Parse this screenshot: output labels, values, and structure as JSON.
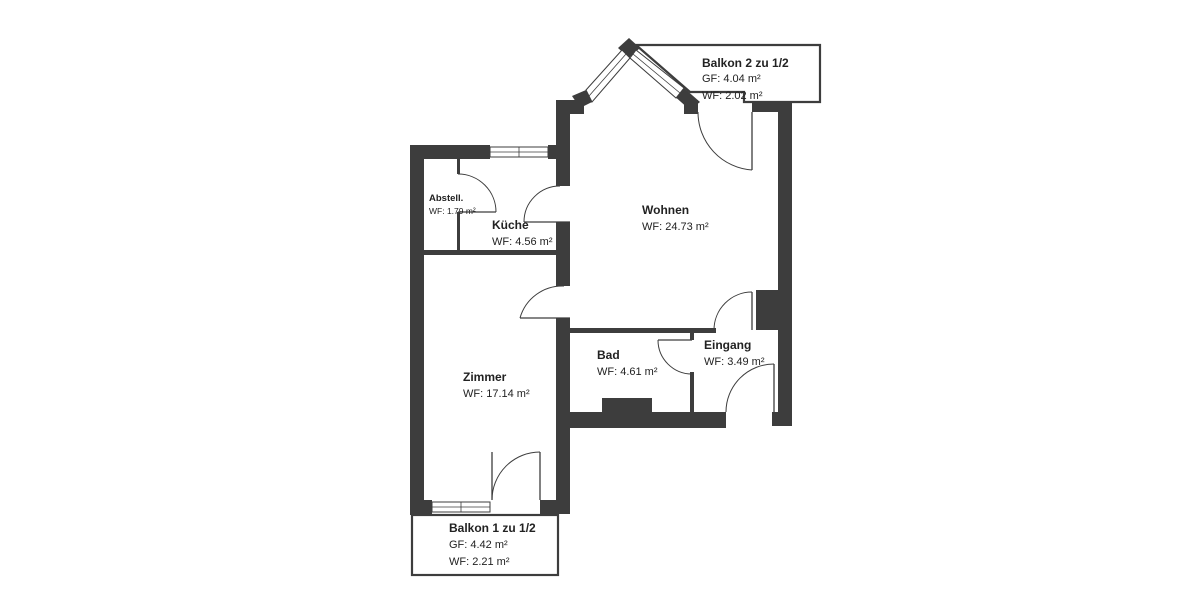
{
  "rooms": {
    "wohnen": {
      "name": "Wohnen",
      "area": "WF: 24.73 m²"
    },
    "kueche": {
      "name": "Küche",
      "area": "WF: 4.56 m²"
    },
    "abstell": {
      "name": "Abstell.",
      "area": "WF: 1.79 m²"
    },
    "zimmer": {
      "name": "Zimmer",
      "area": "WF: 17.14 m²"
    },
    "bad": {
      "name": "Bad",
      "area": "WF: 4.61 m²"
    },
    "eingang": {
      "name": "Eingang",
      "area": "WF: 3.49 m²"
    },
    "balkon1": {
      "name": "Balkon 1 zu 1/2",
      "gf": "GF: 4.42 m²",
      "wf": "WF: 2.21 m²"
    },
    "balkon2": {
      "name": "Balkon 2 zu 1/2",
      "gf": "GF: 4.04 m²",
      "wf": "WF: 2.02 m²"
    }
  },
  "colors": {
    "wall": "#3d3d3d",
    "background": "#ffffff",
    "text": "#222222"
  }
}
